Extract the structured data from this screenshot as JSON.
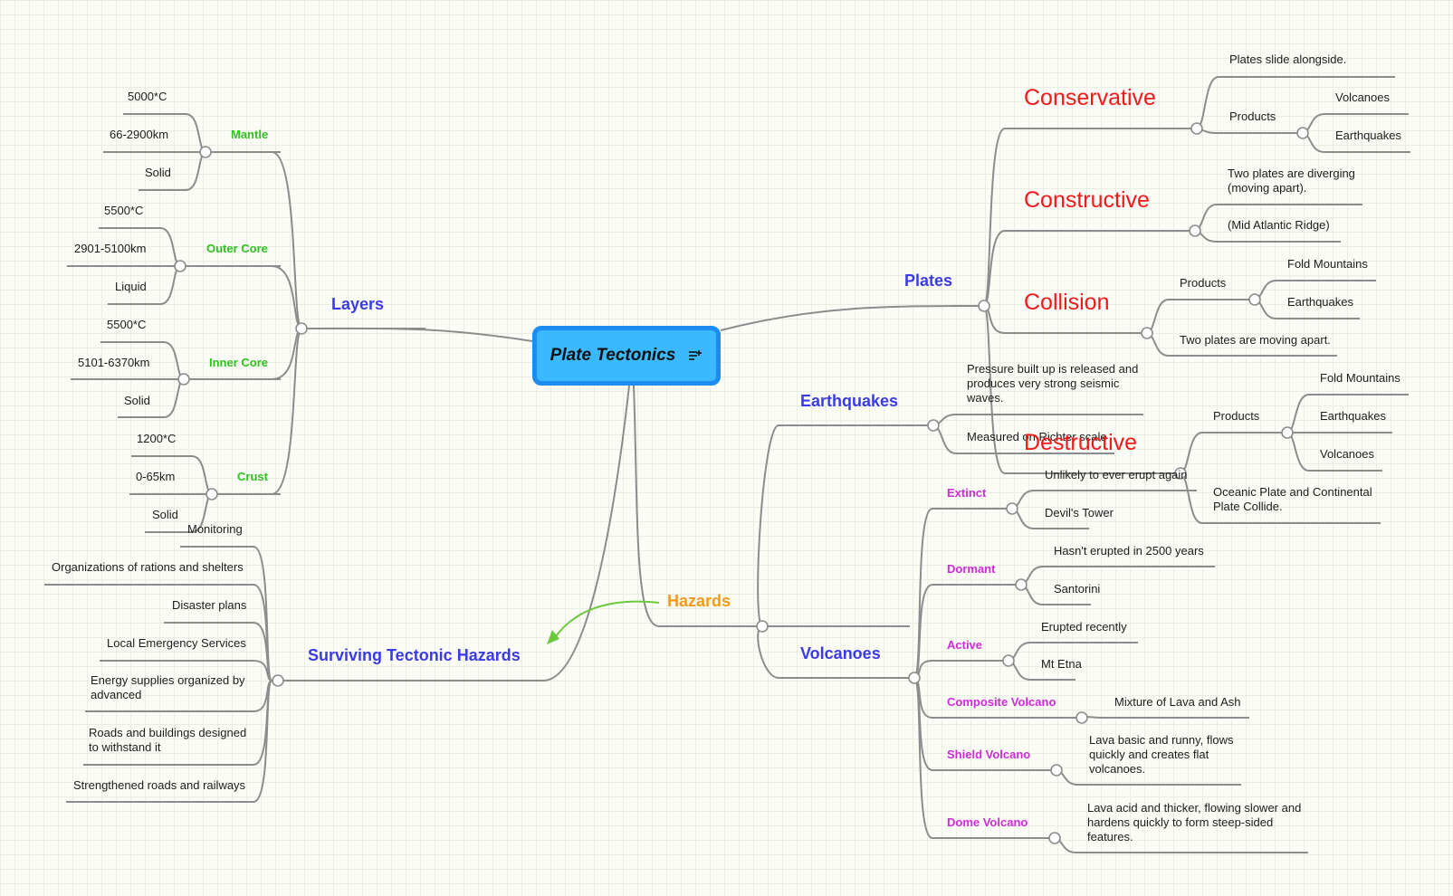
{
  "root": {
    "title": "Plate Tectonics",
    "icon": "notes-icon"
  },
  "layers": {
    "label": "Layers",
    "mantle": {
      "label": "Mantle",
      "items": [
        "5000*C",
        "66-2900km",
        "Solid"
      ]
    },
    "outer_core": {
      "label": "Outer Core",
      "items": [
        "5500*C",
        "2901-5100km",
        "Liquid"
      ]
    },
    "inner_core": {
      "label": "Inner Core",
      "items": [
        "5500*C",
        "5101-6370km",
        "Solid"
      ]
    },
    "crust": {
      "label": "Crust",
      "items": [
        "1200*C",
        "0-65km",
        "Solid"
      ]
    }
  },
  "surviving": {
    "label": "Surviving Tectonic Hazards",
    "items": [
      "Monitoring",
      "Organizations of rations and shelters",
      "Disaster plans",
      "Local Emergency Services",
      "Energy supplies organized by advanced",
      "Roads and buildings designed to withstand it",
      "Strengthened roads and railways"
    ]
  },
  "hazards": {
    "label": "Hazards"
  },
  "plates": {
    "label": "Plates",
    "conservative": {
      "label": "Conservative",
      "desc": "Plates slide alongside.",
      "products_label": "Products",
      "products": [
        "Volcanoes",
        "Earthquakes"
      ]
    },
    "constructive": {
      "label": "Constructive",
      "desc": "Two plates are diverging (moving apart).",
      "example": "(Mid Atlantic Ridge)"
    },
    "collision": {
      "label": "Collision",
      "products_label": "Products",
      "products": [
        "Fold Mountains",
        "Earthquakes"
      ],
      "desc": "Two plates are moving apart."
    },
    "destructive": {
      "label": "Destructive",
      "products_label": "Products",
      "products": [
        "Fold Mountains",
        "Earthquakes",
        "Volcanoes"
      ],
      "desc": "Oceanic Plate and Continental Plate Collide."
    }
  },
  "earthquakes": {
    "label": "Earthquakes",
    "items": [
      "Pressure built up is released and produces very strong seismic waves.",
      "Measured on Richter scale"
    ]
  },
  "volcanoes": {
    "label": "Volcanoes",
    "extinct": {
      "label": "Extinct",
      "items": [
        "Unlikely to ever erupt again",
        "Devil's Tower"
      ]
    },
    "dormant": {
      "label": "Dormant",
      "items": [
        "Hasn't erupted in 2500 years",
        "Santorini"
      ]
    },
    "active": {
      "label": "Active",
      "items": [
        "Erupted recently",
        "Mt Etna"
      ]
    },
    "composite": {
      "label": "Composite Volcano",
      "items": [
        "Mixture of Lava and Ash"
      ]
    },
    "shield": {
      "label": "Shield Volcano",
      "items": [
        "Lava basic and runny, flows quickly and creates flat volcanoes."
      ]
    },
    "dome": {
      "label": "Dome Volcano",
      "items": [
        "Lava acid and thicker, flowing slower and hardens quickly to form steep-sided features."
      ]
    }
  },
  "colors": {
    "line": "#8c8c8c",
    "branch": "#3a3be6",
    "sub_green": "#2fc11f",
    "sub_magenta": "#cc2bd6",
    "plate_type": "#f01a1a",
    "hazards": "#f59a14",
    "arrow": "#6cc93b",
    "root_fill": "#3ab9ff",
    "root_border": "#1d8cf0"
  }
}
